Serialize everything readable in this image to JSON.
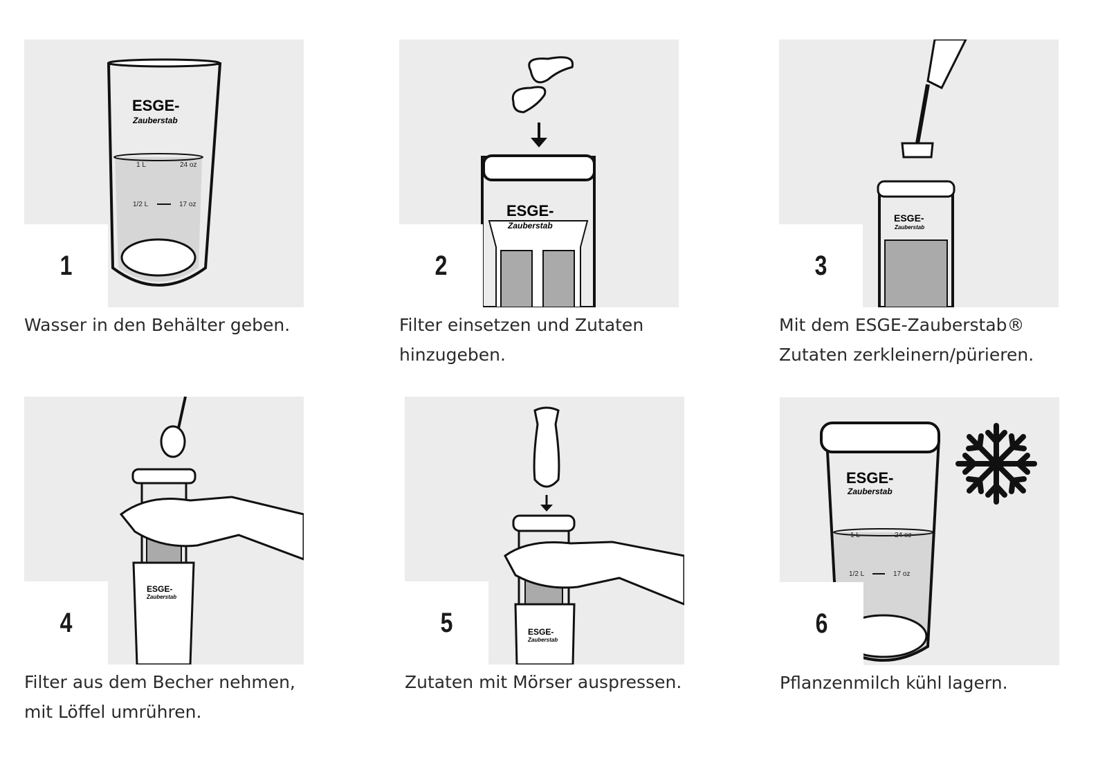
{
  "brand": {
    "logo_top": "ESGE-",
    "logo_bottom": "Zauberstab"
  },
  "markings": {
    "one_liter": "1 L",
    "one_liter_oz": "24 oz",
    "half_liter": "1/2 L",
    "half_liter_oz": "17 oz"
  },
  "steps": [
    {
      "number": "1",
      "caption_lines": [
        "Wasser in den Behälter geben."
      ]
    },
    {
      "number": "2",
      "caption_lines": [
        "Filter einsetzen und Zutaten",
        "hinzugeben."
      ]
    },
    {
      "number": "3",
      "caption_lines": [
        "Mit dem ESGE-Zauberstab®",
        "Zutaten zerkleinern/pürieren."
      ]
    },
    {
      "number": "4",
      "caption_lines": [
        "Filter aus dem Becher nehmen,",
        "mit  Löffel umrühren."
      ]
    },
    {
      "number": "5",
      "caption_lines": [
        "Zutaten mit Mörser auspressen."
      ]
    },
    {
      "number": "6",
      "caption_lines": [
        "Pflanzenmilch kühl lagern."
      ]
    }
  ],
  "colors": {
    "panel_bg": "#ececec",
    "liquid": "#d6d6d6",
    "line": "#111111"
  }
}
